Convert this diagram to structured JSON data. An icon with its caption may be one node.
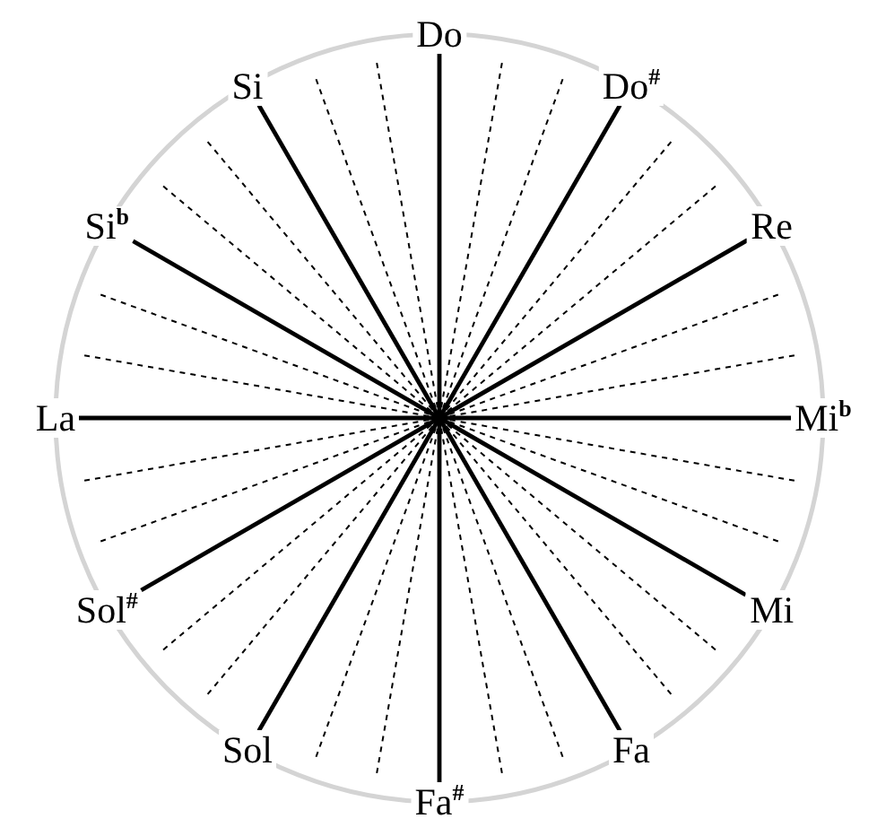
{
  "diagram": {
    "nodes": [
      {
        "text": [
          "Do"
        ]
      },
      {
        "text": [
          "Do$^{#}$"
        ]
      },
      {
        "text": [
          "Re"
        ]
      },
      {
        "text": [
          "Mi$^{b}$"
        ]
      },
      {
        "text": [
          "Mi"
        ]
      },
      {
        "text": [
          "Fa"
        ]
      },
      {
        "text": [
          "Fa$^{#}$"
        ]
      },
      {
        "text": [
          "Sol"
        ]
      },
      {
        "text": [
          "Sol$^{#}$"
        ]
      },
      {
        "text": [
          "La"
        ]
      },
      {
        "text": [
          "Si$^{b}$"
        ]
      },
      {
        "text": [
          "Si"
        ]
      }
    ],
    "edges": [
      {
        "from": 0,
        "to": 6,
        "arrow": "none"
      },
      {
        "from": 1,
        "to": 7,
        "arrow": "none"
      },
      {
        "from": 2,
        "to": 8,
        "arrow": "none"
      },
      {
        "from": 3,
        "to": 9,
        "arrow": "none"
      },
      {
        "from": 4,
        "to": 10,
        "arrow": "none"
      },
      {
        "from": 5,
        "to": 11,
        "arrow": "none"
      }
    ]
  }
}
